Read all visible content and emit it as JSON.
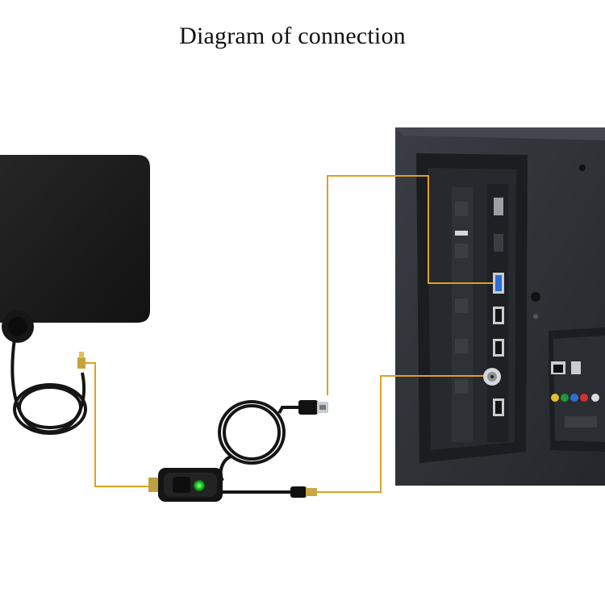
{
  "title": "Diagram of connection",
  "colors": {
    "background": "#ffffff",
    "connection_line": "#e0a020",
    "antenna": "#1b1b1b",
    "tv_panel": "#2b2e33",
    "indicator_light": "#22dd33",
    "usb_port": "#2a6fd6"
  },
  "components": {
    "antenna": "flat-hdtv-antenna",
    "amplifier": "signal-amplifier-with-power-switch",
    "usb_plug": "usb-power-plug",
    "coax_connector": "coaxial-f-connector",
    "tv": "tv-rear-panel",
    "tv_usb_port": "usb-port",
    "tv_antenna_input": "antenna-input-port"
  }
}
